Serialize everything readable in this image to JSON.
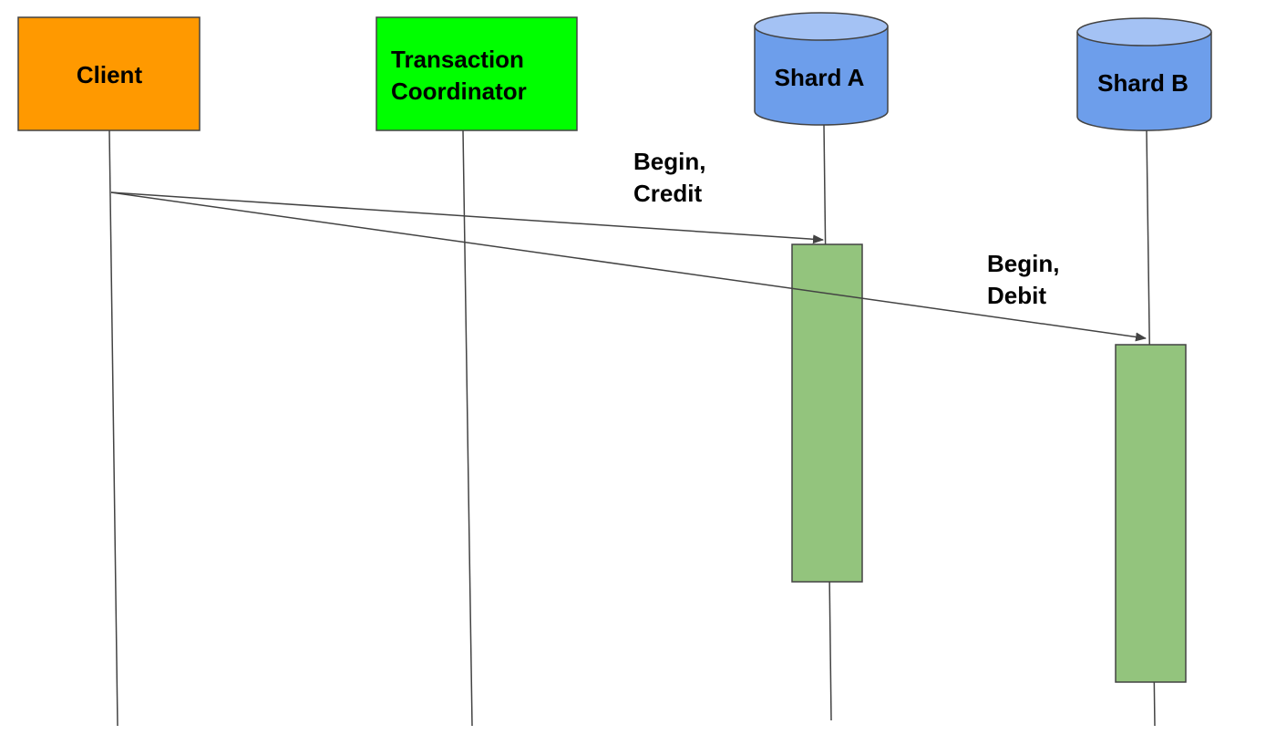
{
  "participants": [
    {
      "id": "client",
      "label_lines": [
        "Client"
      ],
      "shape": "rectangle",
      "fill": "#FF9900"
    },
    {
      "id": "coordinator",
      "label_lines": [
        "Transaction",
        "Coordinator"
      ],
      "shape": "rectangle",
      "fill": "#00FF00"
    },
    {
      "id": "shard_a",
      "label_lines": [
        "Shard A"
      ],
      "shape": "cylinder",
      "fill": "#6D9EEB"
    },
    {
      "id": "shard_b",
      "label_lines": [
        "Shard B"
      ],
      "shape": "cylinder",
      "fill": "#6D9EEB"
    }
  ],
  "messages": [
    {
      "from": "client",
      "to": "shard_a",
      "label_lines": [
        "Begin,",
        "Credit"
      ]
    },
    {
      "from": "client",
      "to": "shard_b",
      "label_lines": [
        "Begin,",
        "Debit"
      ]
    }
  ],
  "activations": [
    {
      "participant": "shard_a",
      "fill": "#93C47D"
    },
    {
      "participant": "shard_b",
      "fill": "#93C47D"
    }
  ],
  "colors": {
    "stroke": "#434343",
    "lifeline": "#434343",
    "cylinder_top": "#A4C2F4"
  }
}
